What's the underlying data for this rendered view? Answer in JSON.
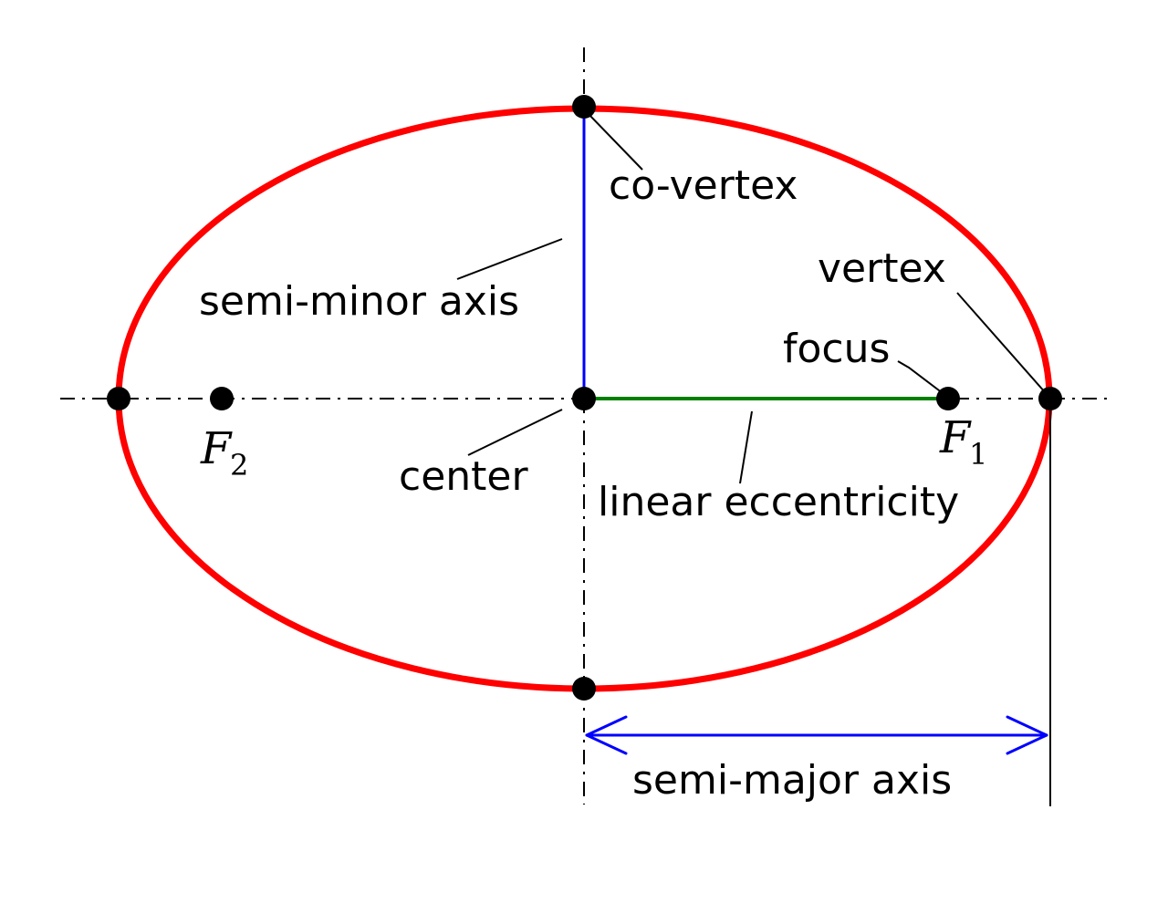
{
  "labels": {
    "co_vertex": "co-vertex",
    "vertex": "vertex",
    "focus": "focus",
    "semi_minor_axis": "semi-minor axis",
    "center": "center",
    "linear_eccentricity": "linear eccentricity",
    "semi_major_axis": "semi-major axis"
  },
  "foci": {
    "f1": {
      "name": "F",
      "sub": "1"
    },
    "f2": {
      "name": "F",
      "sub": "2"
    }
  },
  "colors": {
    "ellipse": "#ff0000",
    "semi_minor": "#0000ff",
    "linear_eccentricity": "#008000",
    "semi_major_arrow": "#0000ff",
    "axes": "#000000",
    "points": "#000000"
  }
}
